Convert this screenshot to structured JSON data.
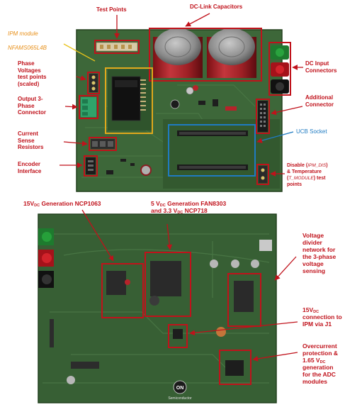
{
  "top_labels": {
    "test_points": "Test Points",
    "dc_link_caps": "DC-Link Capacitors",
    "ipm_module": "IPM module",
    "ipm_part": "NFAMS065L4B",
    "phase_voltages": [
      "Phase",
      "Voltages",
      "test points",
      "(scaled)"
    ],
    "output_3phase": [
      "Output 3-",
      "Phase",
      "Connector"
    ],
    "current_sense": [
      "Current",
      "Sense",
      "Resistors"
    ],
    "encoder": [
      "Encoder",
      "Interface"
    ],
    "dc_input": [
      "DC Input",
      "Connectors"
    ],
    "additional": [
      "Additional",
      "Connector"
    ],
    "ucb_socket": "UCB Socket",
    "disable_line1_a": "Disable (",
    "disable_line1_it": "IPM_DIS",
    "disable_line1_b": ")",
    "disable_line2": "& Temperature",
    "disable_line3_a": "(",
    "disable_line3_it": "T_MODULE",
    "disable_line3_b": ") test",
    "disable_line4": "points"
  },
  "bottom_labels": {
    "gen15_a": "15V",
    "gen15_sub": "DC",
    "gen15_b": " Generation NCP1063",
    "gen5_a": "5 V",
    "gen5_sub": "DC",
    "gen5_b": " Generation FAN8303",
    "gen33_a": "and 3.3 V",
    "gen33_sub": "DC",
    "gen33_b": " NCP718",
    "divider": [
      "Voltage",
      "divider",
      "network for",
      "the 3-phase",
      "voltage",
      "sensing"
    ],
    "conn15_a": "15V",
    "conn15_sub": "DC",
    "conn15_l2": "connection to",
    "conn15_l3": "IPM via J1",
    "ocp_l1": "Overcurrent",
    "ocp_l2": "protection &",
    "ocp_l3_a": "1.65 V",
    "ocp_l3_sub": "DC",
    "ocp_l4": "generation",
    "ocp_l5": "for the ADC",
    "ocp_l6": "modules"
  },
  "board_marks": {
    "on_logo": "ON",
    "on_text": "Semiconductor"
  },
  "colors": {
    "annotation_red": "#c0121b",
    "ipm_orange": "#e8901a",
    "ucb_blue": "#1f7bc2",
    "pcb_green": "#3f6a3a",
    "pcb_dark": "#2b4a2a"
  }
}
